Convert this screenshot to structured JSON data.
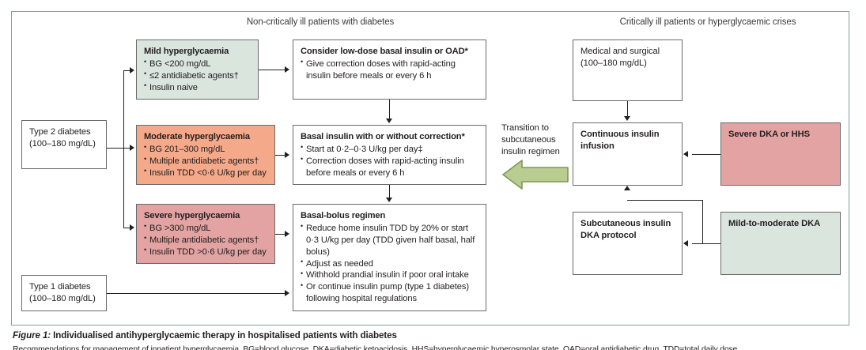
{
  "headers": {
    "left": "Non-critically ill patients with diabetes",
    "right": "Critically ill patients or hyperglycaemic crises"
  },
  "entry": {
    "type2": {
      "line1": "Type 2 diabetes",
      "line2": "(100–180 mg/dL)"
    },
    "type1": {
      "line1": "Type 1 diabetes",
      "line2": "(100–180 mg/dL)"
    }
  },
  "severity": {
    "mild": {
      "title": "Mild hyperglycaemia",
      "bullets": [
        "BG <200 mg/dL",
        "≤2 antidiabetic agents†",
        "Insulin naive"
      ],
      "color": "#d9e5dd"
    },
    "moderate": {
      "title": "Moderate hyperglycaemia",
      "bullets": [
        "BG 201–300 mg/dL",
        "Multiple antidiabetic agents†",
        "Insulin TDD <0·6 U/kg per day"
      ],
      "color": "#f4a98a"
    },
    "severe": {
      "title": "Severe hyperglycaemia",
      "bullets": [
        "BG >300 mg/dL",
        "Multiple antidiabetic agents†",
        "Insulin TDD >0·6 U/kg per day"
      ],
      "color": "#e2a3a2"
    }
  },
  "treatment": {
    "lowdose": {
      "title": "Consider low-dose basal insulin or OAD*",
      "bullets": [
        "Give correction doses with rapid-acting insulin before meals or every 6 h"
      ]
    },
    "basal": {
      "title": "Basal insulin with or without correction*",
      "bullets": [
        "Start at 0·2–0·3 U/kg per day‡",
        "Correction doses with rapid-acting insulin before meals or every 6 h"
      ]
    },
    "basalbolus": {
      "title": "Basal-bolus regimen",
      "bullets": [
        "Reduce home insulin TDD by 20% or start 0·3 U/kg per day (TDD given half basal, half bolus)",
        "Adjust as needed",
        "Withhold prandial insulin if poor oral intake",
        "Or continue insulin pump (type 1 diabetes) following hospital regulations"
      ]
    }
  },
  "transition": {
    "label": "Transition to subcutaneous insulin regimen",
    "arrow_color": "#b9cd91",
    "arrow_border": "#7f9656"
  },
  "critical": {
    "medsurg": {
      "line1": "Medical and surgical",
      "line2": "(100–180 mg/dL)"
    },
    "infusion": {
      "line1": "Continuous insulin",
      "line2": "infusion"
    },
    "sqprotocol": {
      "line1": "Subcutaneous insulin",
      "line2": "DKA protocol"
    },
    "severe_dka": {
      "label": "Severe DKA or HHS",
      "color": "#e2a3a2"
    },
    "mild_dka": {
      "label": "Mild-to-moderate DKA",
      "color": "#d9e5dd"
    }
  },
  "caption": {
    "figure_number": "Figure 1:",
    "title": " Individualised antihyperglycaemic therapy in hospitalised patients with diabetes",
    "line2": "Recommendations for management of inpatient hyperglycaemia. BG=blood glucose. DKA=diabetic ketoacidosis. HHS=hyperglycaemic hyperosmolar state. OAD=oral antidiabetic drug. TDD=total daily dose."
  }
}
